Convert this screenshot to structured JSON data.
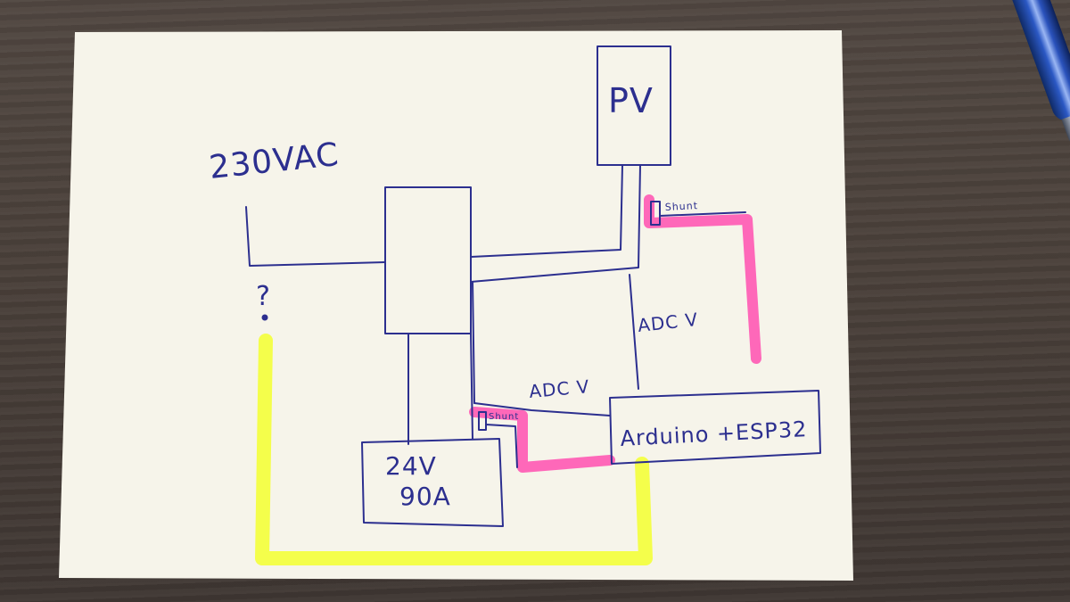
{
  "labels": {
    "mains": "230VAC",
    "question": "?",
    "pv": "PV",
    "shunt_top": "Shunt",
    "adc_v_right": "ADC V",
    "adc_v_mid": "ADC V",
    "shunt_bottom": "Shunt",
    "controller": "Arduino +ESP32",
    "psu_line1": "24V",
    "psu_line2": "90A"
  },
  "colors": {
    "ink": "#2c2f8f",
    "highlight_pink": "#ff4fb0",
    "highlight_yellow": "#f4ff3a",
    "paper": "#f6f4ea"
  }
}
